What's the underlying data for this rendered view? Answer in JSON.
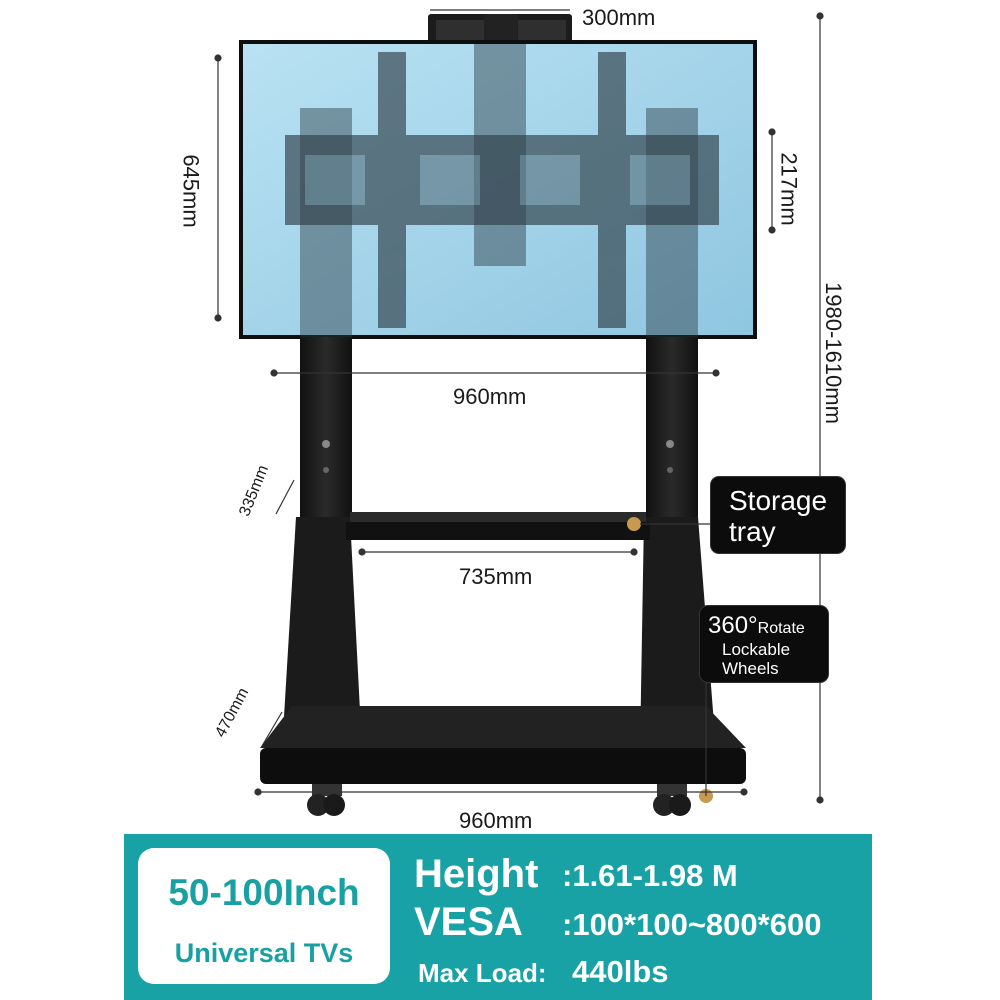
{
  "dimensions": {
    "head_width": "300mm",
    "screen_height": "645mm",
    "bracket_height": "217mm",
    "total_height": "1980-1610mm",
    "mount_width": "960mm",
    "tray_depth": "335mm",
    "tray_width": "735mm",
    "base_depth": "470mm",
    "base_width": "960mm"
  },
  "callouts": {
    "storage_tray": [
      "Storage",
      "tray"
    ],
    "wheels": {
      "degrees": "360°",
      "rotate": "Rotate",
      "line2": "Lockable",
      "line3": "Wheels"
    }
  },
  "banner": {
    "size_range": "50-100Inch",
    "size_sub": "Universal TVs",
    "height_label": "Height",
    "height_value": ":1.61-1.98 M",
    "vesa_label": "VESA",
    "vesa_value": ":100*100~800*600",
    "load_label": "Max Load:",
    "load_value": "440lbs"
  },
  "colors": {
    "banner": "#18a2a5",
    "screen": "#a9d7ec",
    "stand": "#1a1a1a",
    "callout": "#0c0c0c",
    "dot": "#c89a4f"
  }
}
